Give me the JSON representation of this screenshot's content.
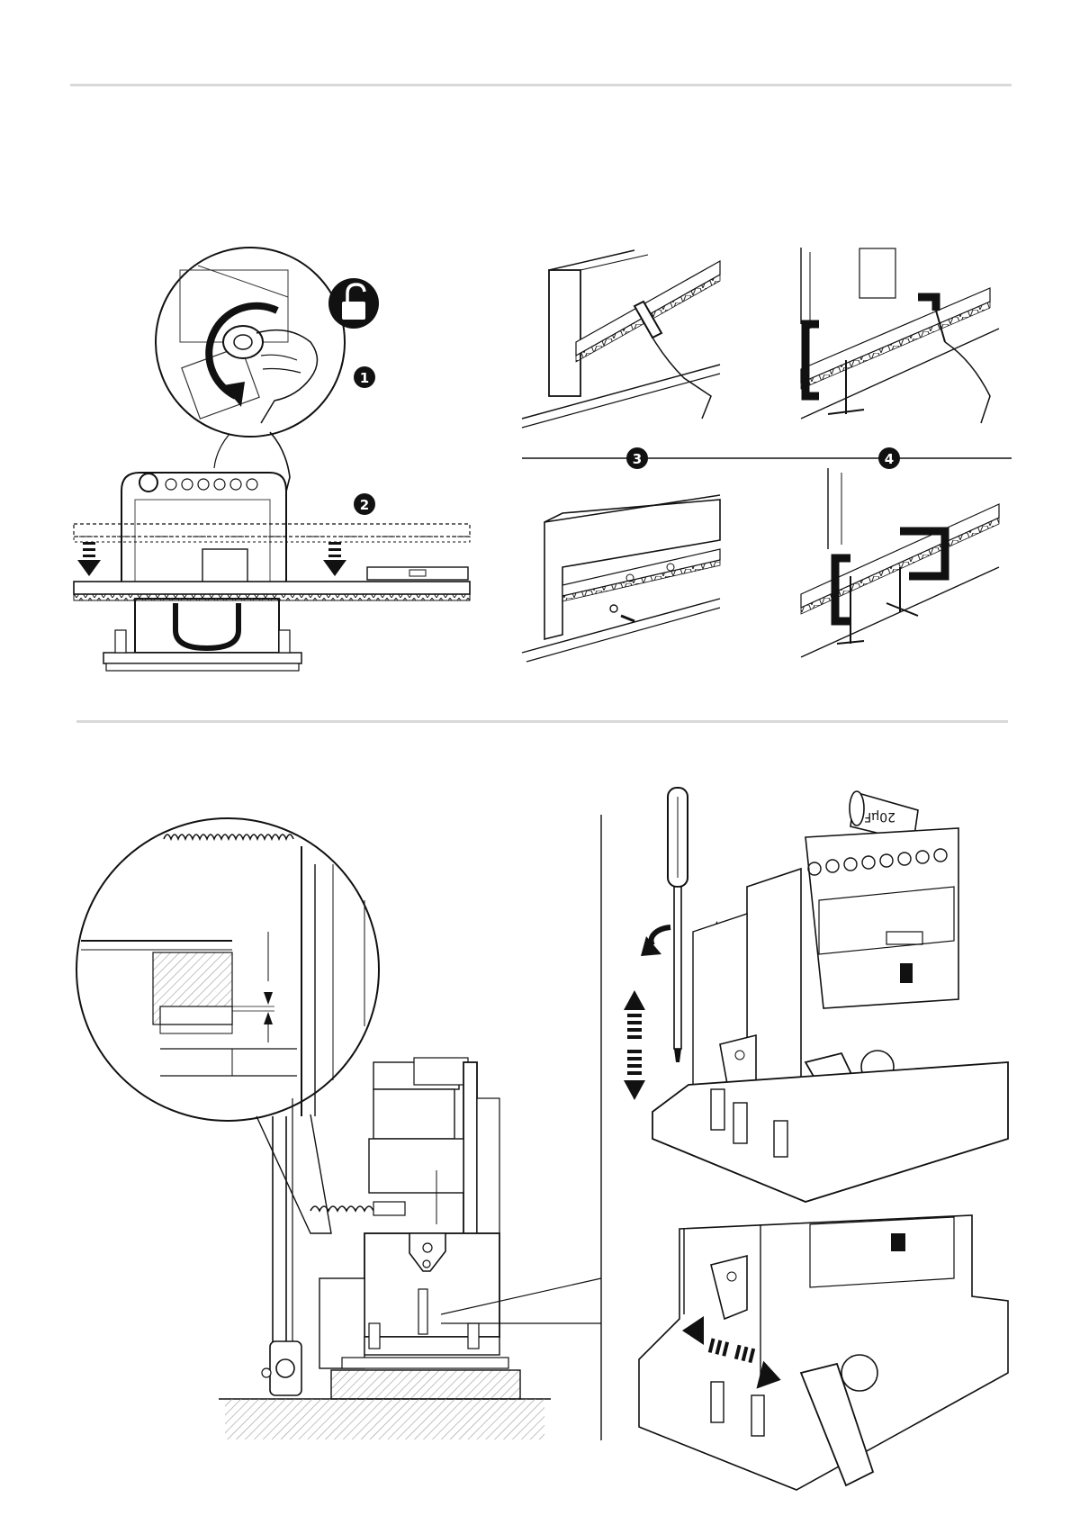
{
  "steps": {
    "step1": "1",
    "step2": "2",
    "step3": "3",
    "step4": "4"
  },
  "capacitor_label": "20µF",
  "icons": {
    "lock": "unlock-padlock-icon",
    "rotate": "rotate-arrow-icon",
    "down": "downward-dashed-arrow-icon",
    "vertical": "vertical-double-arrow-icon",
    "horizontal": "horizontal-double-arrow-icon"
  },
  "colors": {
    "line": "#1a1a1a",
    "rule": "#d9d9d9",
    "fill": "#ffffff",
    "hatch": "#9a9a9a"
  }
}
